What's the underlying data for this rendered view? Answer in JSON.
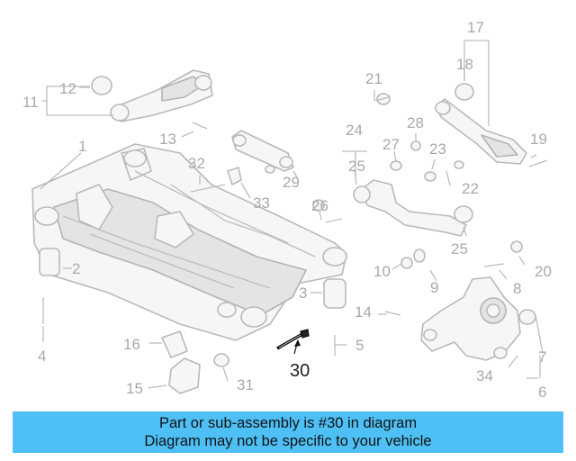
{
  "diagram": {
    "callouts": [
      "1",
      "2",
      "3",
      "4",
      "5",
      "6",
      "7",
      "8",
      "9",
      "10",
      "11",
      "12",
      "13",
      "14",
      "15",
      "16",
      "17",
      "18",
      "19",
      "20",
      "21",
      "22",
      "23",
      "24",
      "25",
      "26",
      "27",
      "28",
      "29",
      "30",
      "31",
      "32",
      "33",
      "34"
    ],
    "highlighted_part": "30",
    "colors": {
      "lines": "#bdbdbd",
      "labels": "#a9a9a9",
      "highlight": "#222222"
    }
  },
  "banner": {
    "line1": "Part or sub-assembly is #30 in diagram",
    "line2": "Diagram may not be specific to your vehicle",
    "background": "#4ec0f6"
  }
}
